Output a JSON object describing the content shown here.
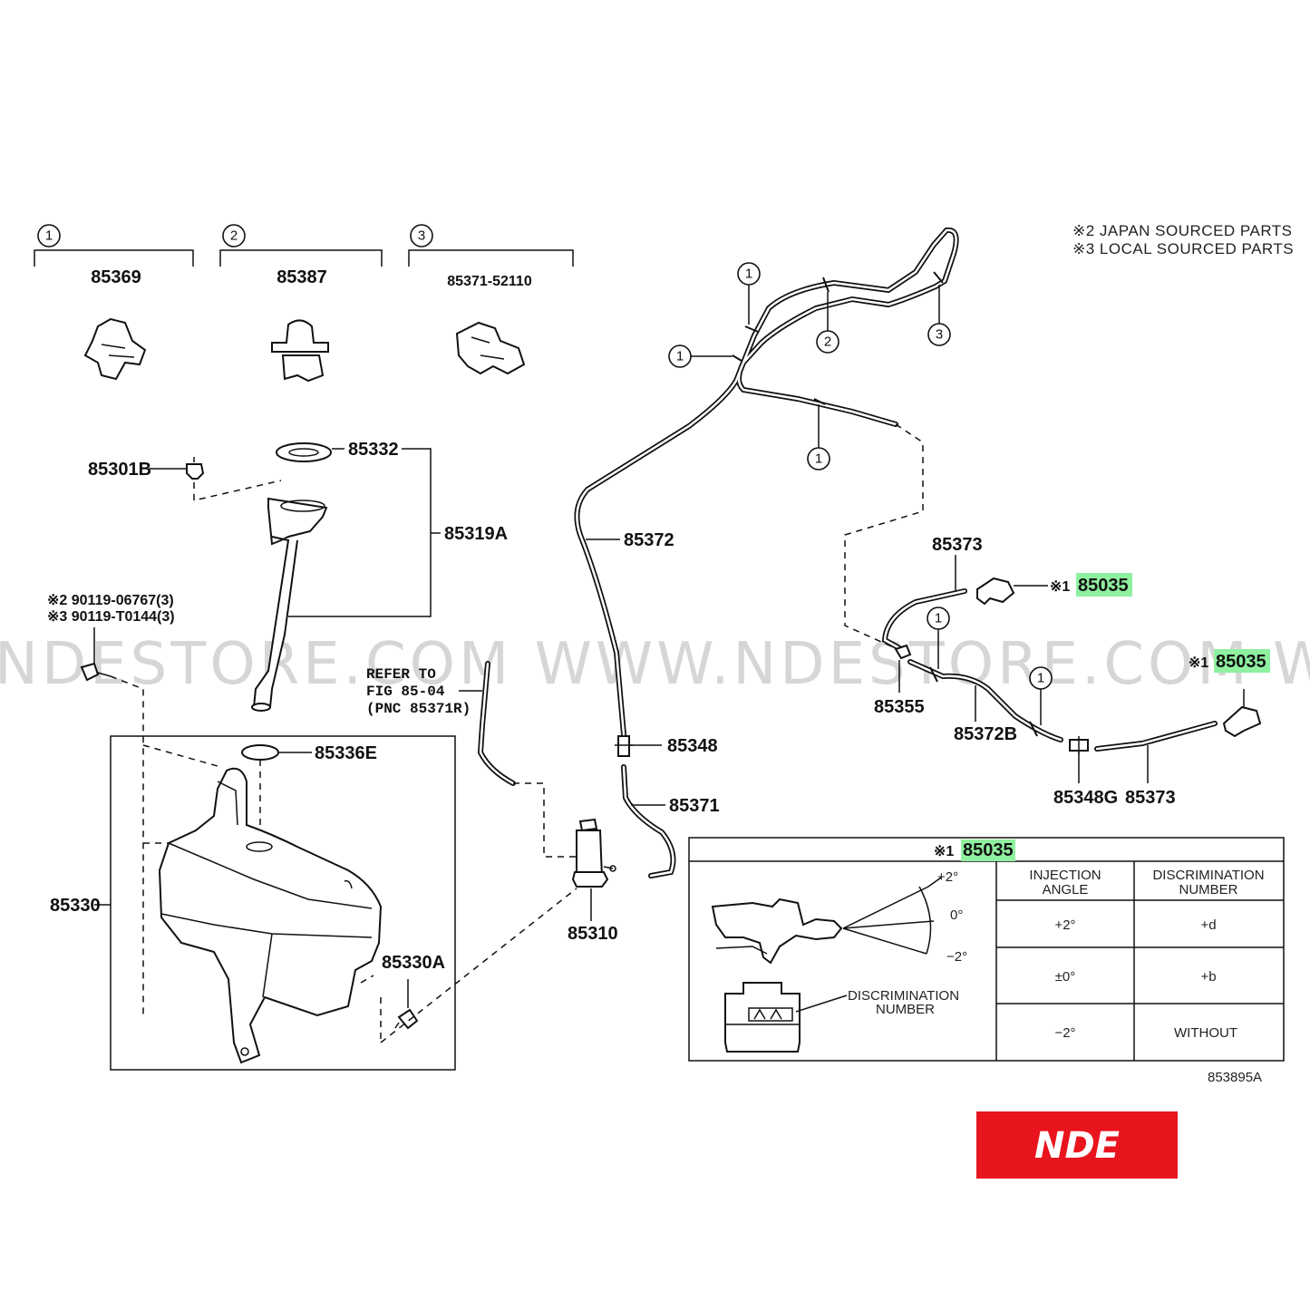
{
  "notes": {
    "japan": "※2 JAPAN SOURCED PARTS",
    "local": "※3 LOCAL SOURCED PARTS"
  },
  "clip_refs": [
    {
      "num": "1",
      "part": "85369"
    },
    {
      "num": "2",
      "part": "85387"
    },
    {
      "num": "3",
      "part": "85371-52110"
    }
  ],
  "labels": {
    "p85301B": "85301B",
    "p85332": "85332",
    "p85319A": "85319A",
    "bolt_jp": "※2 90119-06767(3)",
    "bolt_local": "※3 90119-T0144(3)",
    "p85336E": "85336E",
    "p85330": "85330",
    "p85330A": "85330A",
    "refer_1": "REFER TO",
    "refer_2": "FIG 85-04",
    "refer_3": "(PNC 85371R)",
    "p85372": "85372",
    "p85348": "85348",
    "p85371": "85371",
    "p85310": "85310",
    "p85373_top": "85373",
    "p85355": "85355",
    "p85372B": "85372B",
    "p85348G": "85348G",
    "p85373_bottom": "85373",
    "nozzle_prefix": "※1",
    "nozzle_part": "85035",
    "figure_code": "853895A"
  },
  "table": {
    "prefix": "※1",
    "part": "85035",
    "col1_line1": "INJECTION",
    "col1_line2": "ANGLE",
    "col2_line1": "DISCRIMINATION",
    "col2_line2": "NUMBER",
    "rows": [
      {
        "angle": "+2°",
        "number": "+d"
      },
      {
        "angle": "±0°",
        "number": "+b"
      },
      {
        "angle": "−2°",
        "number": "WITHOUT"
      }
    ],
    "angle_marks": {
      "up": "+2°",
      "mid": "0°",
      "down": "−2°"
    },
    "discrimination_label_1": "DISCRIMINATION",
    "discrimination_label_2": "NUMBER"
  },
  "watermark": "NDESTORE.COM  WWW.NDESTORE.COM  WWW.NDESTORE.C",
  "brand": {
    "logo_text": "NDE",
    "color": "#e8141e"
  },
  "colors": {
    "highlight": "#8ff0a0",
    "ink": "#111111"
  }
}
